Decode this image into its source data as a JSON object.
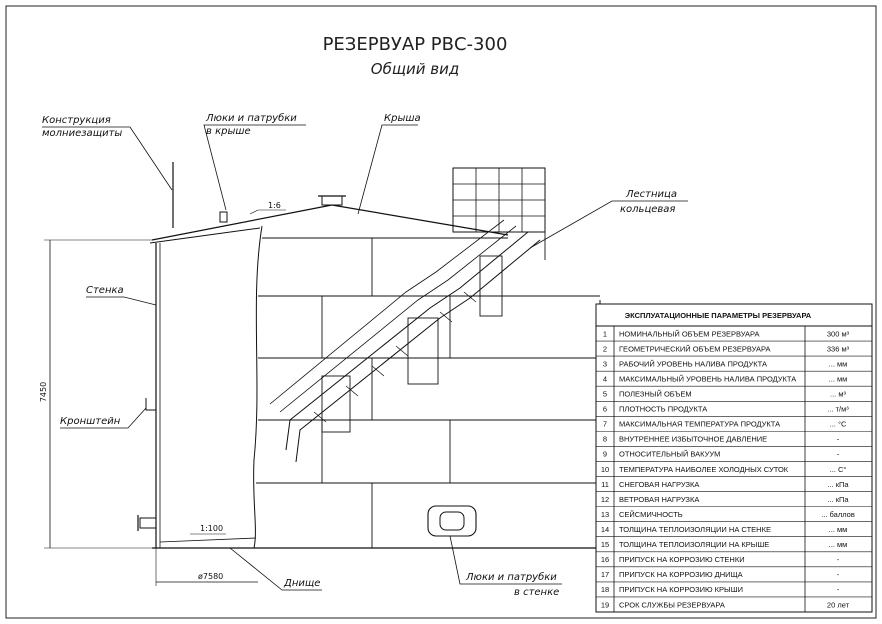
{
  "title": {
    "main": "РЕЗЕРВУАР РВС-300",
    "sub": "Общий вид"
  },
  "callouts": {
    "lightning_1": "Конструкция",
    "lightning_2": "молниезащиты",
    "roof_hatch_1": "Люки и патрубки",
    "roof_hatch_2": "в крыше",
    "roof": "Крыша",
    "ladder_1": "Лестница",
    "ladder_2": "кольцевая",
    "wall": "Стенка",
    "bracket": "Кронштейн",
    "bottom": "Днище",
    "wall_hatch_1": "Люки и патрубки",
    "wall_hatch_2": "в стенке"
  },
  "dimensions": {
    "height": "7450",
    "diameter": "ø7580",
    "roof_slope": "1:6",
    "bottom_slope": "1:100"
  },
  "params_table": {
    "header": "ЭКСПЛУАТАЦИОННЫЕ ПАРАМЕТРЫ РЕЗЕРВУАРА",
    "rows": [
      {
        "n": "1",
        "name": "НОМИНАЛЬНЫЙ ОБЪЕМ РЕЗЕРВУАРА",
        "value": "300 м³"
      },
      {
        "n": "2",
        "name": "ГЕОМЕТРИЧЕСКИЙ ОБЪЕМ РЕЗЕРВУАРА",
        "value": "336 м³"
      },
      {
        "n": "3",
        "name": "РАБОЧИЙ УРОВЕНЬ НАЛИВА ПРОДУКТА",
        "value": "... мм"
      },
      {
        "n": "4",
        "name": "МАКСИМАЛЬНЫЙ УРОВЕНЬ НАЛИВА ПРОДУКТА",
        "value": "... мм"
      },
      {
        "n": "5",
        "name": "ПОЛЕЗНЫЙ ОБЪЕМ",
        "value": "... м³"
      },
      {
        "n": "6",
        "name": "ПЛОТНОСТЬ ПРОДУКТА",
        "value": "... т/м³"
      },
      {
        "n": "7",
        "name": "МАКСИМАЛЬНАЯ ТЕМПЕРАТУРА ПРОДУКТА",
        "value": "... °С"
      },
      {
        "n": "8",
        "name": "ВНУТРЕННЕЕ ИЗБЫТОЧНОЕ ДАВЛЕНИЕ",
        "value": "-"
      },
      {
        "n": "9",
        "name": "ОТНОСИТЕЛЬНЫЙ ВАКУУМ",
        "value": "-"
      },
      {
        "n": "10",
        "name": "ТЕМПЕРАТУРА НАИБОЛЕЕ ХОЛОДНЫХ СУТОК",
        "value": "... С°"
      },
      {
        "n": "11",
        "name": "СНЕГОВАЯ НАГРУЗКА",
        "value": "... кПа"
      },
      {
        "n": "12",
        "name": "ВЕТРОВАЯ НАГРУЗКА",
        "value": "... кПа"
      },
      {
        "n": "13",
        "name": "СЕЙСМИЧНОСТЬ",
        "value": "... баллов"
      },
      {
        "n": "14",
        "name": "ТОЛЩИНА ТЕПЛОИЗОЛЯЦИИ НА СТЕНКЕ",
        "value": "... мм"
      },
      {
        "n": "15",
        "name": "ТОЛЩИНА ТЕПЛОИЗОЛЯЦИИ НА КРЫШЕ",
        "value": "... мм"
      },
      {
        "n": "16",
        "name": "ПРИПУСК НА КОРРОЗИЮ СТЕНКИ",
        "value": "-"
      },
      {
        "n": "17",
        "name": "ПРИПУСК НА КОРРОЗИЮ ДНИЩА",
        "value": "-"
      },
      {
        "n": "18",
        "name": "ПРИПУСК НА КОРРОЗИЮ КРЫШИ",
        "value": "-"
      },
      {
        "n": "19",
        "name": "СРОК СЛУЖБЫ РЕЗЕРВУАРА",
        "value": "20 лет"
      }
    ]
  }
}
